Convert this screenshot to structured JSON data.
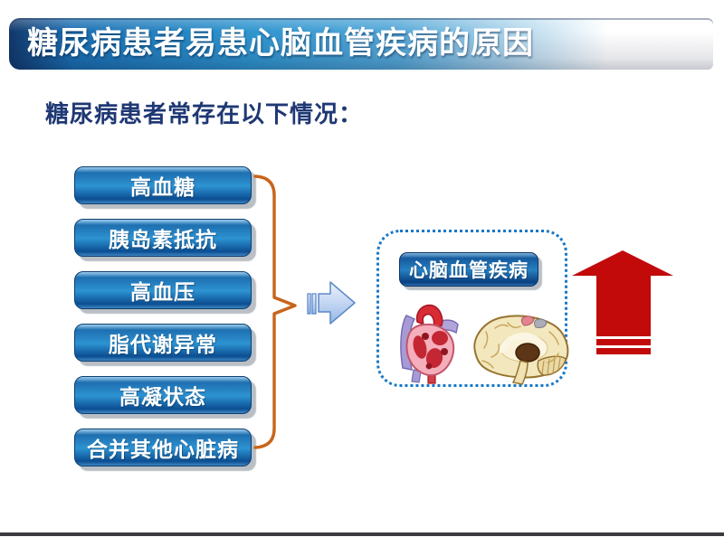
{
  "slide": {
    "title": "糖尿病患者易患心脑血管疾病的原因",
    "subtitle": "糖尿病患者常存在以下情况：",
    "factors": [
      {
        "label": "高血糖"
      },
      {
        "label": "胰岛素抵抗"
      },
      {
        "label": "高血压"
      },
      {
        "label": "脂代谢异常"
      },
      {
        "label": "高凝状态"
      },
      {
        "label": "合并其他心脏病"
      }
    ],
    "connector": {
      "shape": "right-brace",
      "color": "#C8651B"
    },
    "flow_arrow": {
      "shape": "striped-right-arrow",
      "fill_light": "#E8F0FB",
      "fill_dark": "#94B7E6",
      "border": "#5B88C8"
    },
    "result_box": {
      "label": "心脑血管疾病",
      "border_color": "#1878C8",
      "illustrations": [
        "heart-illustration",
        "brain-illustration"
      ]
    },
    "increase_arrow": {
      "shape": "striped-up-arrow",
      "color": "#C20A0A"
    },
    "colors": {
      "title_bar_navy": "#12386B",
      "title_bar_blue": "#2F95CE",
      "pill_blue_mid": "#2D93D2",
      "pill_blue_dark": "#0B4E92",
      "subtitle_text": "#1F3874",
      "bottom_rule": "#3B3B40"
    }
  }
}
